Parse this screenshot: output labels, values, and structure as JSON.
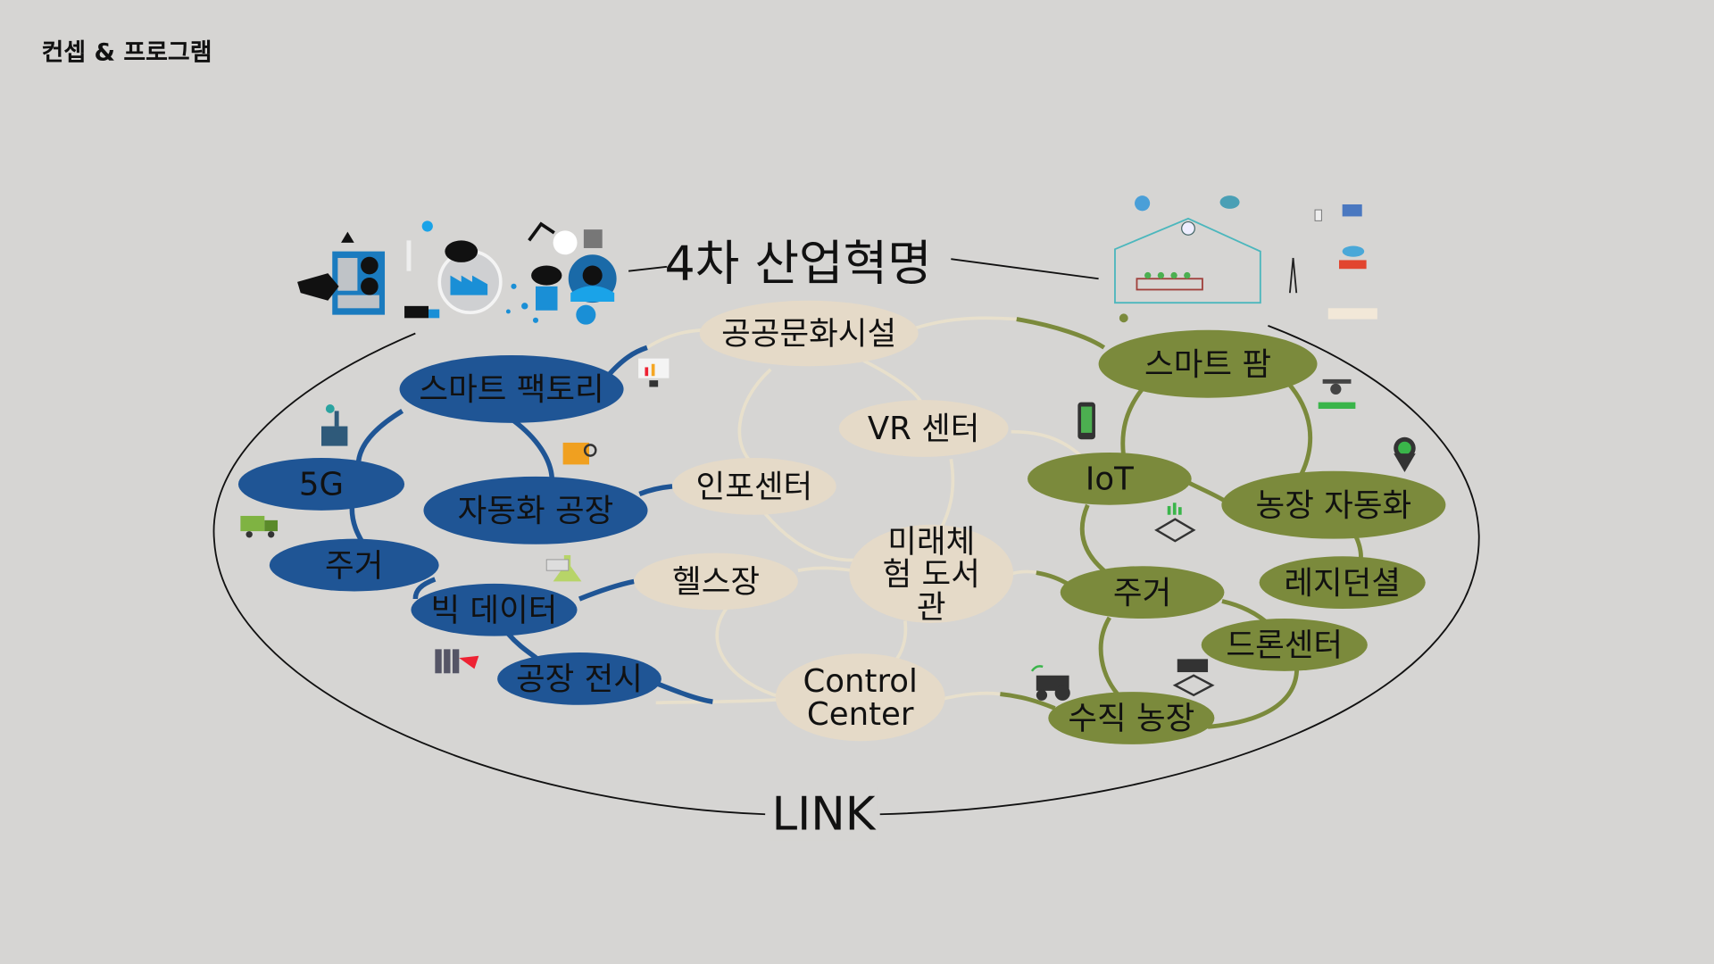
{
  "title": "컨셉 & 프로그램",
  "main_label": "4차 산업혁명",
  "link_label": "LINK",
  "smart_factory_group": [
    {
      "label": "스마트 팩토리"
    },
    {
      "label": "5G"
    },
    {
      "label": "자동화 공장"
    },
    {
      "label": "주거"
    },
    {
      "label": "빅 데이터"
    },
    {
      "label": "공장 전시"
    }
  ],
  "public_group": [
    {
      "label": "공공문화시설"
    },
    {
      "label": "VR 센터"
    },
    {
      "label": "인포센터"
    },
    {
      "label": "미래체험 도서관"
    },
    {
      "label": "헬스장"
    },
    {
      "label": "Control Center"
    }
  ],
  "smart_farm_group": [
    {
      "label": "스마트 팜"
    },
    {
      "label": "IoT"
    },
    {
      "label": "농장 자동화"
    },
    {
      "label": "주거"
    },
    {
      "label": "레지던셜"
    },
    {
      "label": "드론센터"
    },
    {
      "label": "수직 농장"
    }
  ],
  "colors": {
    "background": "#d6d5d3",
    "factory": "#1f5595",
    "public": "#e5dac8",
    "farm": "#7b8a3c"
  }
}
